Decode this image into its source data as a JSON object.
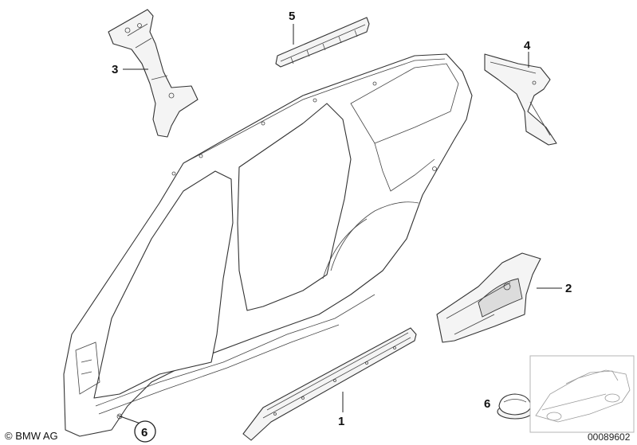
{
  "callouts": {
    "c1": "1",
    "c2": "2",
    "c3": "3",
    "c4": "4",
    "c5": "5",
    "c6_small": "6",
    "c6_circled": "6"
  },
  "copyright": "© BMW AG",
  "document_number": "00089602"
}
